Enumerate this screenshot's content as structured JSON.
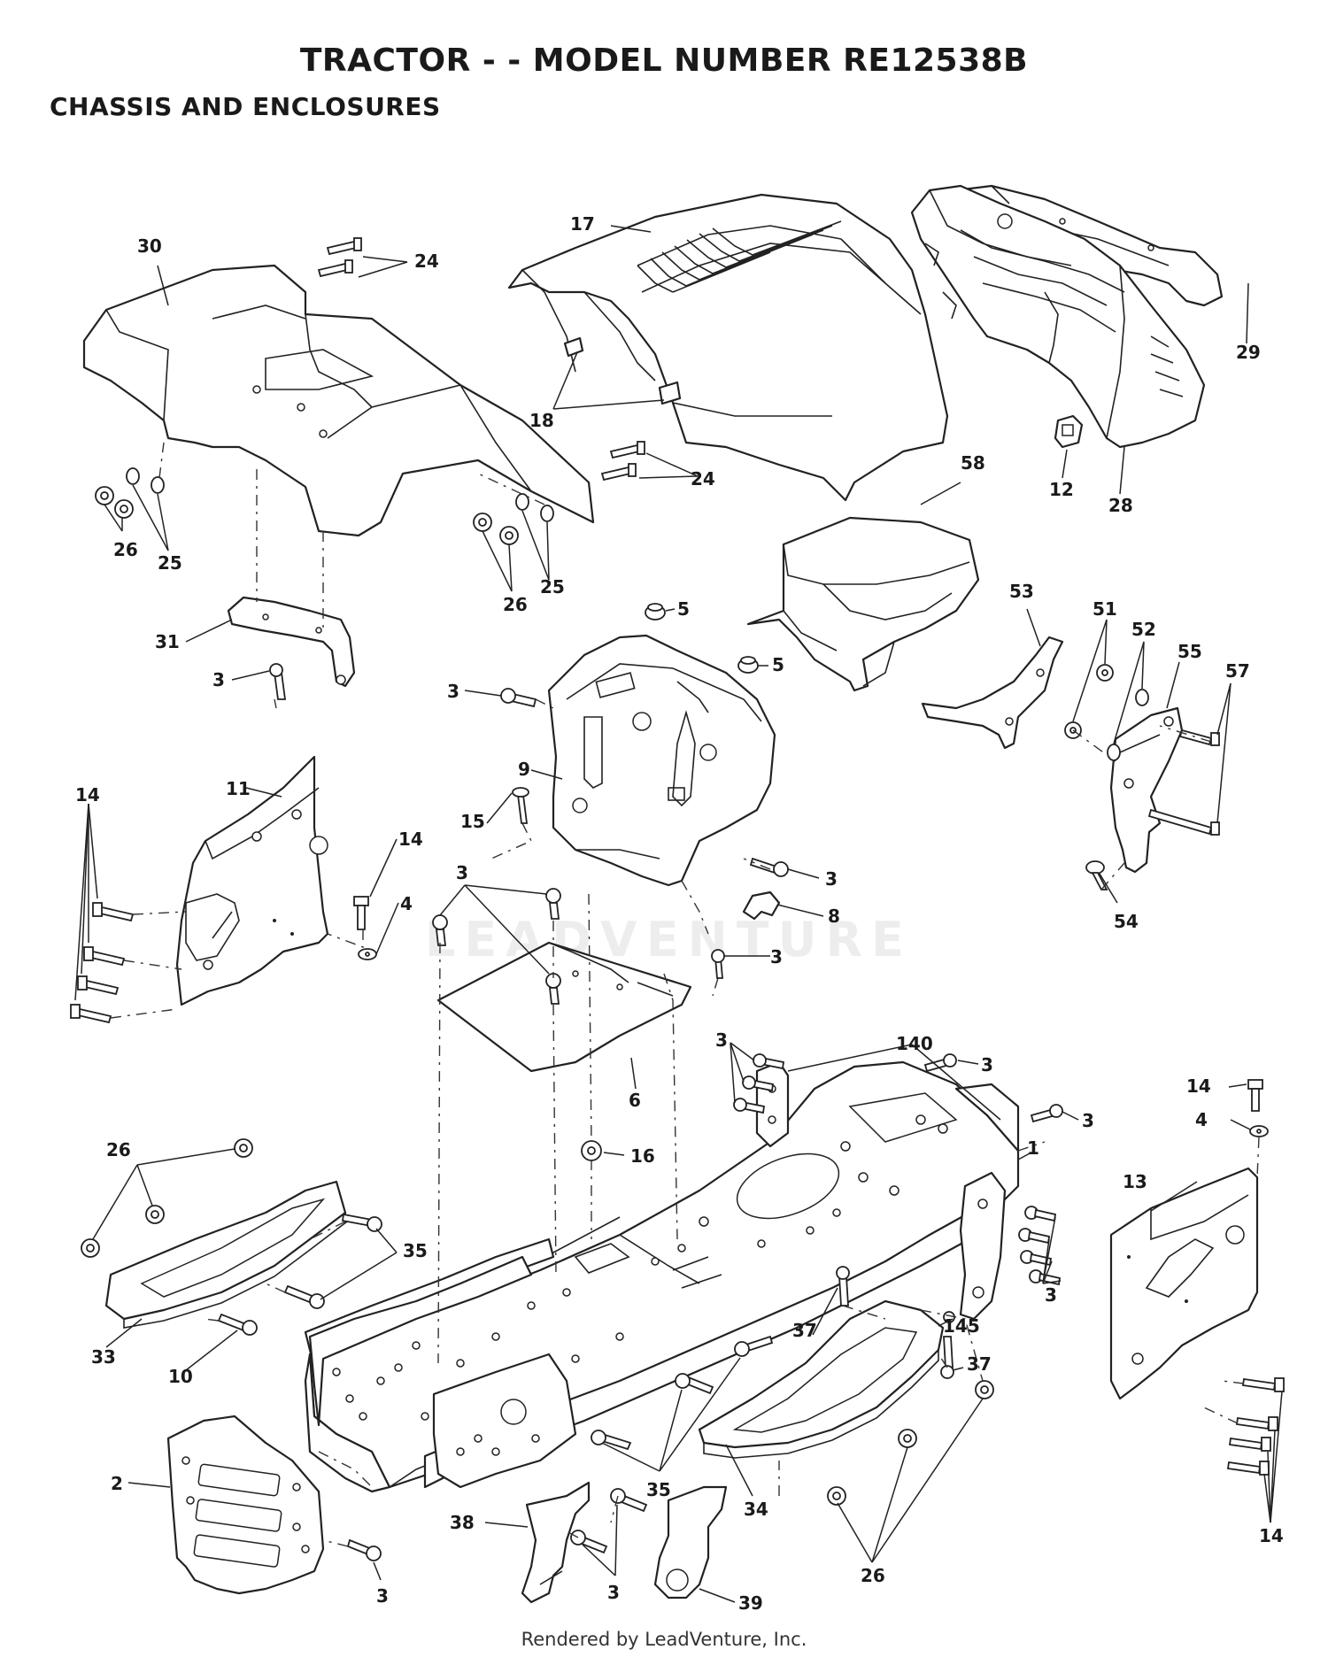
{
  "title": "TRACTOR - - MODEL NUMBER RE12538B",
  "subtitle": "CHASSIS AND ENCLOSURES",
  "footer": "Rendered by LeadVenture, Inc.",
  "watermark": "LEADVENTURE",
  "callouts": {
    "c30": "30",
    "c24a": "24",
    "c17": "17",
    "c29": "29",
    "c18": "18",
    "c24b": "24",
    "c12": "12",
    "c28": "28",
    "c26a": "26",
    "c25a": "25",
    "c26b": "26",
    "c25b": "25",
    "c58": "58",
    "c5a": "5",
    "c5b": "5",
    "c53": "53",
    "c51": "51",
    "c52": "52",
    "c55": "55",
    "c57": "57",
    "c31": "31",
    "c3a": "3",
    "c3b": "3",
    "c9": "9",
    "c15": "15",
    "c3c": "3",
    "c11": "11",
    "c14a": "14",
    "c14b": "14",
    "c4a": "4",
    "c54": "54",
    "c3d": "3",
    "c8": "8",
    "c3e": "3",
    "c6": "6",
    "c3f": "3",
    "c140": "140",
    "c3g": "3",
    "c3h": "3",
    "c14c": "14",
    "c4b": "4",
    "c1": "1",
    "c13": "13",
    "c16": "16",
    "c26c": "26",
    "c35a": "35",
    "c3i": "3",
    "c33": "33",
    "c10": "10",
    "c37a": "37",
    "c145": "145",
    "c37b": "37",
    "c2": "2",
    "c35b": "35",
    "c34": "34",
    "c26d": "26",
    "c14d": "14",
    "c38": "38",
    "c3j": "3",
    "c39": "39",
    "c3k": "3"
  }
}
